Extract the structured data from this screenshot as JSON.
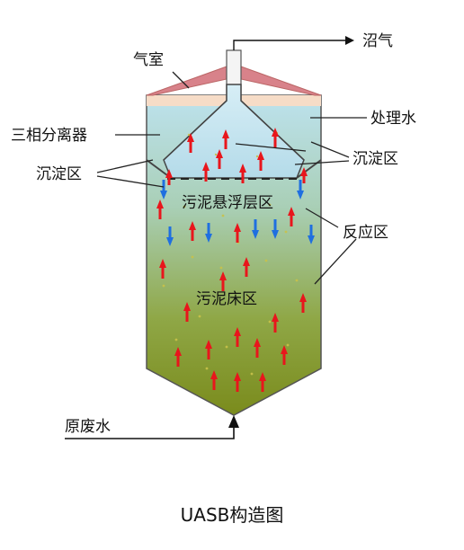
{
  "labels": {
    "biogas": "沼气",
    "gas_chamber": "气室",
    "treated_water": "处理水",
    "three_phase_separator": "三相分离器",
    "settling_zone_left": "沉淀区",
    "settling_zone_right": "沉淀区",
    "sludge_suspension_layer": "污泥悬浮层区",
    "reaction_zone": "反应区",
    "sludge_bed_zone": "污泥床区",
    "raw_wastewater": "原废水"
  },
  "caption": "UASB构造图",
  "colors": {
    "gas_cap": "#d9828a",
    "gas_chamber_fill": "#f6dcc7",
    "liquid_top": "#bfe3ef",
    "liquid_bottom": "#7a8f1e",
    "tank_outline": "#555555",
    "upflow_arrow": "#e8161c",
    "downflow_arrow": "#1f6fe0",
    "label_line": "#222222"
  }
}
